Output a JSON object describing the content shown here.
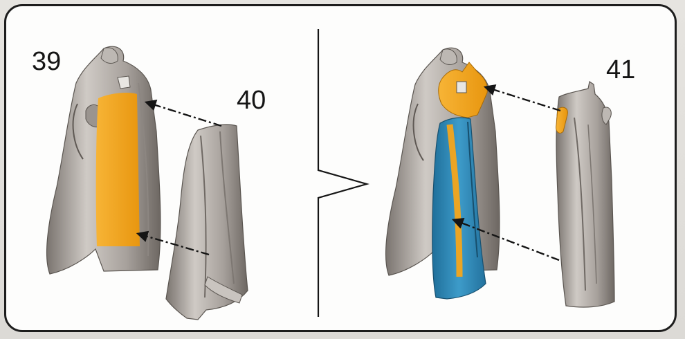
{
  "steps": [
    {
      "number": "39"
    },
    {
      "number": "40"
    },
    {
      "number": "41"
    }
  ],
  "colors": {
    "cloak": "#a8a29d",
    "cloak_shadow": "#6e6863",
    "cloak_highlight": "#d8d4cf",
    "accent_orange": "#f4a51b",
    "accent_blue": "#2e86b5",
    "line": "#151515"
  }
}
